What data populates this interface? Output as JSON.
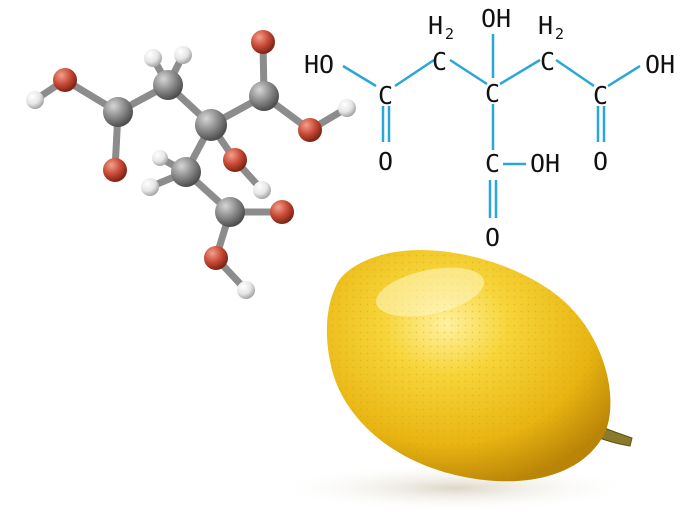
{
  "formula": {
    "left_hydroxyl": "HO",
    "right_hydroxyl": "OH",
    "central_hydroxyl": "OH",
    "carboxyl_hydroxyl": "OH",
    "carbon": "C",
    "oxygen": "O",
    "hydrogen": "H",
    "hydrogen_count": "2"
  },
  "colors": {
    "bond": "#2aa6d8",
    "text": "#111111",
    "carbon_atom": "#8a8a8a",
    "oxygen_atom": "#c94a36",
    "hydrogen_atom": "#e9e9e9",
    "lemon": "#f2c21b"
  },
  "icons": {
    "model": "ball-and-stick-molecule-icon",
    "fruit": "lemon-icon"
  }
}
